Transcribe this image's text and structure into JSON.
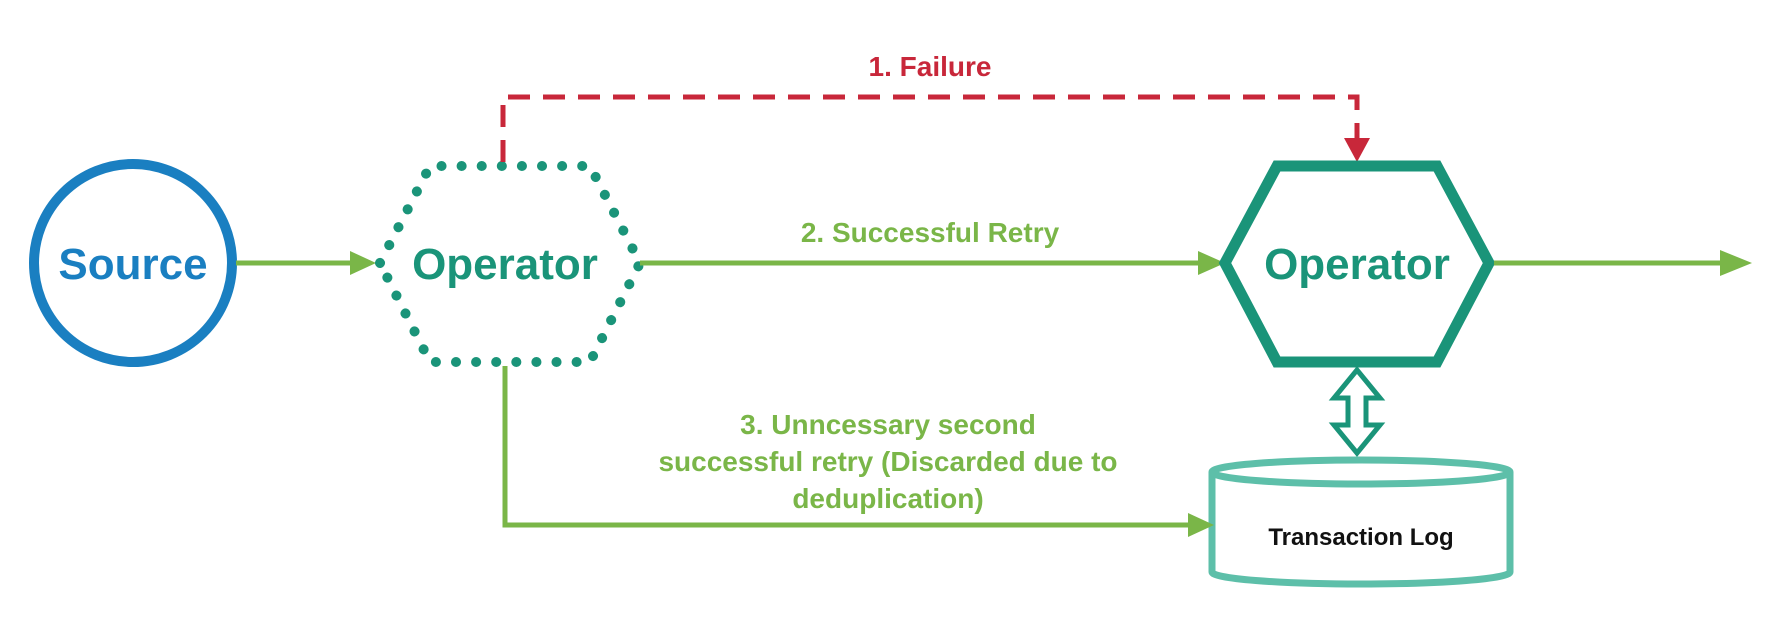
{
  "nodes": {
    "source": "Source",
    "operator_failed": "Operator",
    "operator_active": "Operator",
    "transaction_log": "Transaction Log"
  },
  "edges": {
    "failure": "1. Failure",
    "successful_retry": "2. Successful Retry",
    "second_retry_line1": "3. Unncessary second",
    "second_retry_line2": "successful retry (Discarded due to",
    "second_retry_line3": "deduplication)"
  },
  "colors": {
    "source_blue": "#1a7fc1",
    "operator_teal": "#1a9479",
    "flow_green": "#7ab648",
    "failure_red": "#c8273a",
    "log_teal": "#5dbfa9"
  }
}
